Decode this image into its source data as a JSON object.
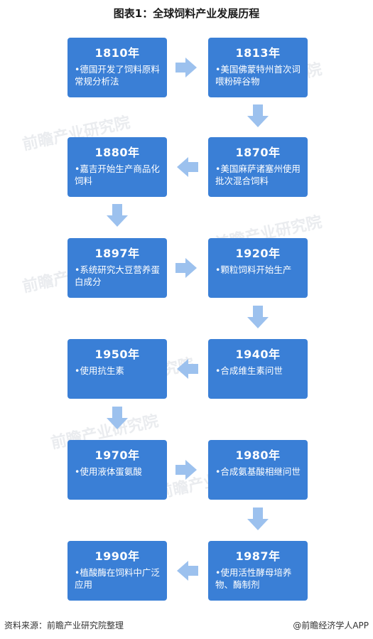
{
  "title": "图表1：全球饲料产业发展历程",
  "events": [
    {
      "year": "1810年",
      "text": "•德国开发了饲料原料常规分析法"
    },
    {
      "year": "1813年",
      "text": "•美国佛蒙特州首次词喂粉碎谷物"
    },
    {
      "year": "1870年",
      "text": "•美国麻萨诸塞州使用批次混合饲料"
    },
    {
      "year": "1880年",
      "text": "•嘉吉开始生产商品化饲料"
    },
    {
      "year": "1897年",
      "text": "•系统研究大豆营养蛋白成分"
    },
    {
      "year": "1920年",
      "text": "•颗粒饲料开始生产"
    },
    {
      "year": "1940年",
      "text": "•合成维生素问世"
    },
    {
      "year": "1950年",
      "text": "•使用抗生素"
    },
    {
      "year": "1970年",
      "text": "•使用液体蛋氨酸"
    },
    {
      "year": "1980年",
      "text": "•合成氨基酸相继问世"
    },
    {
      "year": "1987年",
      "text": "•使用活性酵母培养物、酶制剂"
    },
    {
      "year": "1990年",
      "text": "•植酸酶在饲料中广泛应用"
    }
  ],
  "watermark": "前瞻产业研究院",
  "source": "资料来源：前瞻产业研究院整理",
  "credit": "@前瞻经济学人APP",
  "colors": {
    "box": "#3a7fd6",
    "arrow": "#9cc1ee"
  }
}
